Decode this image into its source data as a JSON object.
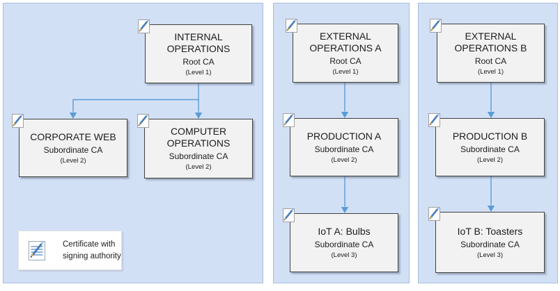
{
  "legend": {
    "line1": "Certificate with",
    "line2": "signing authority"
  },
  "panels": [
    {
      "id": "internal-operations",
      "nodes": {
        "root": {
          "title": "INTERNAL OPERATIONS",
          "subtitle": "Root CA",
          "level": "(Level 1)"
        },
        "left": {
          "title": "CORPORATE WEB",
          "subtitle": "Subordinate CA",
          "level": "(Level 2)"
        },
        "right": {
          "title": "COMPUTER OPERATIONS",
          "subtitle": "Subordinate CA",
          "level": "(Level 2)"
        }
      }
    },
    {
      "id": "external-operations-a",
      "nodes": {
        "root": {
          "title": "EXTERNAL OPERATIONS A",
          "subtitle": "Root CA",
          "level": "(Level 1)"
        },
        "mid": {
          "title": "PRODUCTION A",
          "subtitle": "Subordinate CA",
          "level": "(Level 2)"
        },
        "leaf": {
          "title": "IoT A: Bulbs",
          "subtitle": "Subordinate CA",
          "level": "(Level 3)"
        }
      }
    },
    {
      "id": "external-operations-b",
      "nodes": {
        "root": {
          "title": "EXTERNAL OPERATIONS B",
          "subtitle": "Root CA",
          "level": "(Level 1)"
        },
        "mid": {
          "title": "PRODUCTION B",
          "subtitle": "Subordinate CA",
          "level": "(Level 2)"
        },
        "leaf": {
          "title": "IoT B: Toasters",
          "subtitle": "Subordinate CA",
          "level": "(Level 3)"
        }
      }
    }
  ],
  "colors": {
    "panel_fill": "#d2e0f6",
    "panel_border": "#a9bdd9",
    "node_fill": "#f2f2f2",
    "node_border": "#3f3f3f",
    "connector": "#5b9bd5",
    "pen_blue": "#4a7ebb",
    "nib_gold": "#dca53f"
  }
}
